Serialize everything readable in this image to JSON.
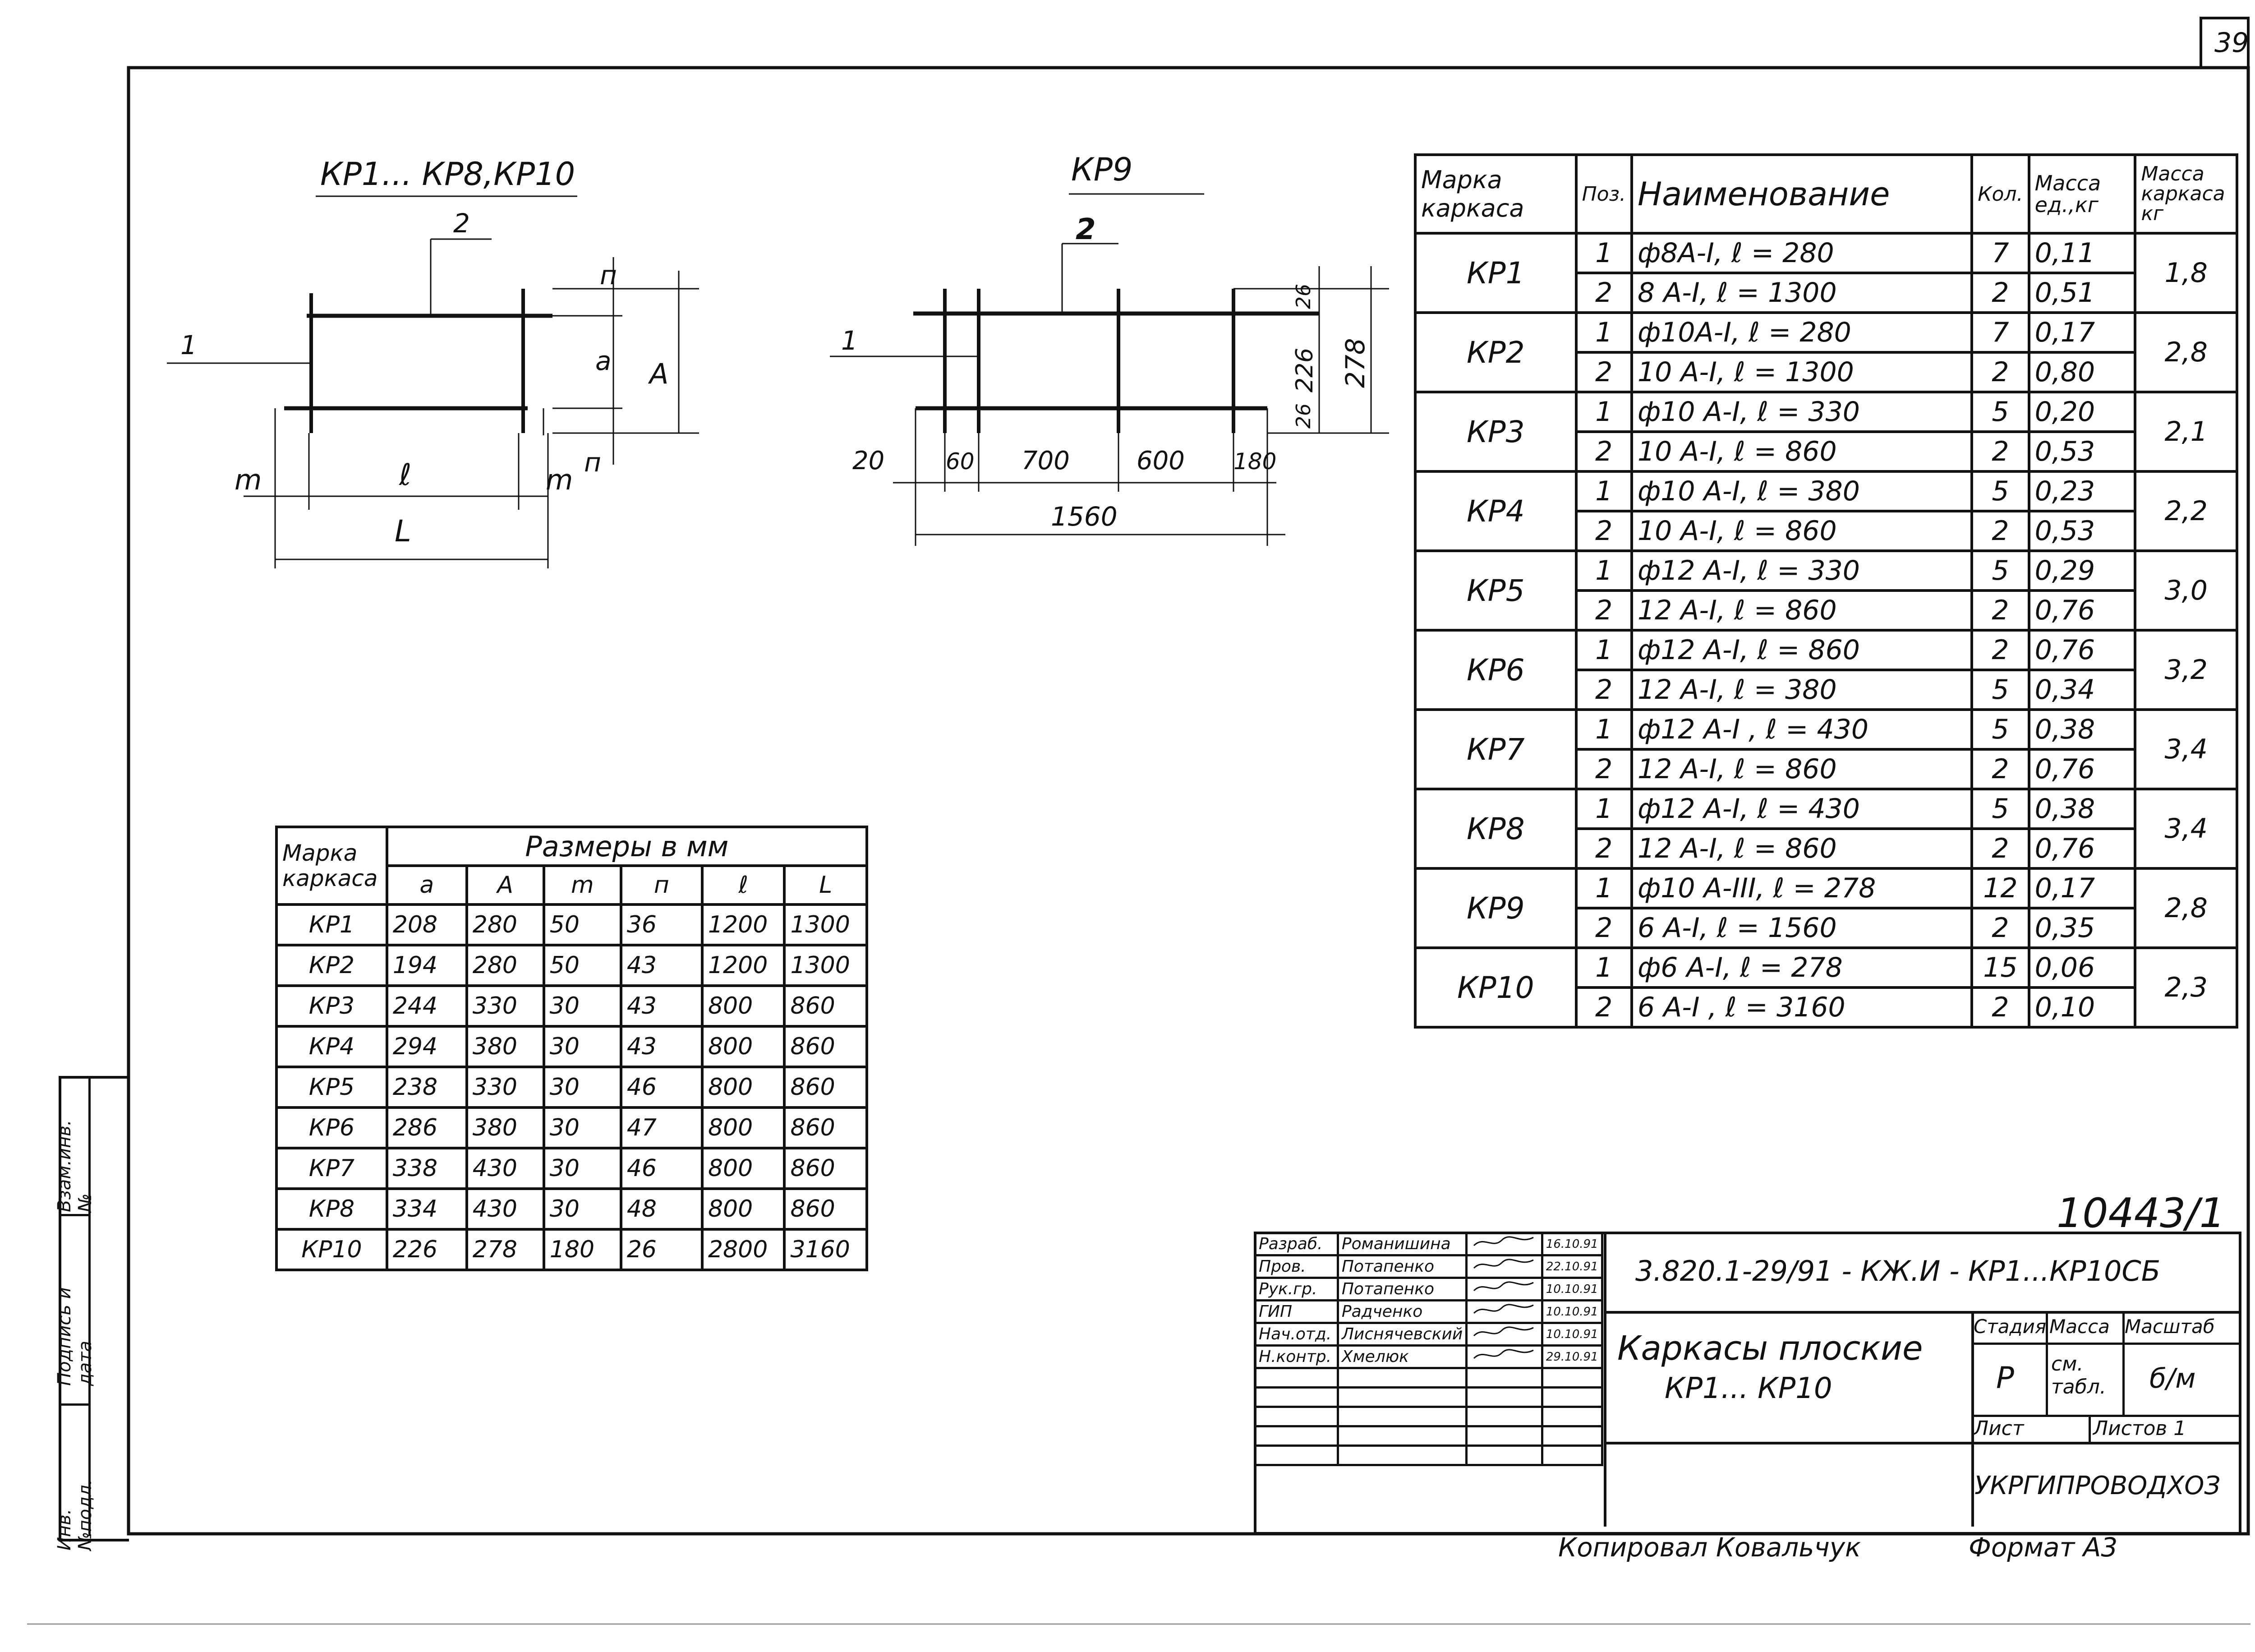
{
  "sheet_number": "39",
  "sketch1": {
    "title": "КР1... КР8,КР10",
    "labels": {
      "pos2": "2",
      "pos1": "1",
      "n_top": "п",
      "n_bot": "п",
      "a": "а",
      "A": "А",
      "m_left": "m",
      "m_right": "m",
      "l": "ℓ",
      "L": "L"
    }
  },
  "sketch2": {
    "title": "КР9",
    "labels": {
      "pos2": "2",
      "pos1": "1",
      "d26a": "26",
      "d226": "226",
      "d26b": "26",
      "d278": "278",
      "d20": "20",
      "d60": "60",
      "d700": "700",
      "d600": "600",
      "d180": "180",
      "d1560": "1560"
    }
  },
  "spec_table": {
    "headers": {
      "mark": "Марка каркаса",
      "pos": "Поз.",
      "name": "Наименование",
      "qty": "Кол.",
      "unit_mass": "Масса ед.,кг",
      "frame_mass": "Масса каркаса кг"
    },
    "rows": [
      {
        "mark": "КР1",
        "frame_mass": "1,8",
        "items": [
          {
            "pos": "1",
            "name": "ф8А-I, ℓ = 280",
            "qty": "7",
            "mass": "0,11"
          },
          {
            "pos": "2",
            "name": "8 А-I, ℓ = 1300",
            "qty": "2",
            "mass": "0,51"
          }
        ]
      },
      {
        "mark": "КР2",
        "frame_mass": "2,8",
        "items": [
          {
            "pos": "1",
            "name": "ф10А-I, ℓ = 280",
            "qty": "7",
            "mass": "0,17"
          },
          {
            "pos": "2",
            "name": "10 А-I, ℓ = 1300",
            "qty": "2",
            "mass": "0,80"
          }
        ]
      },
      {
        "mark": "КР3",
        "frame_mass": "2,1",
        "items": [
          {
            "pos": "1",
            "name": "ф10 А-I, ℓ = 330",
            "qty": "5",
            "mass": "0,20"
          },
          {
            "pos": "2",
            "name": "10 А-I, ℓ = 860",
            "qty": "2",
            "mass": "0,53"
          }
        ]
      },
      {
        "mark": "КР4",
        "frame_mass": "2,2",
        "items": [
          {
            "pos": "1",
            "name": "ф10 А-I, ℓ = 380",
            "qty": "5",
            "mass": "0,23"
          },
          {
            "pos": "2",
            "name": "10 А-I, ℓ = 860",
            "qty": "2",
            "mass": "0,53"
          }
        ]
      },
      {
        "mark": "КР5",
        "frame_mass": "3,0",
        "items": [
          {
            "pos": "1",
            "name": "ф12 А-I, ℓ = 330",
            "qty": "5",
            "mass": "0,29"
          },
          {
            "pos": "2",
            "name": "12 А-I, ℓ = 860",
            "qty": "2",
            "mass": "0,76"
          }
        ]
      },
      {
        "mark": "КР6",
        "frame_mass": "3,2",
        "items": [
          {
            "pos": "1",
            "name": "ф12 А-I, ℓ = 860",
            "qty": "2",
            "mass": "0,76"
          },
          {
            "pos": "2",
            "name": "12 А-I, ℓ = 380",
            "qty": "5",
            "mass": "0,34"
          }
        ]
      },
      {
        "mark": "КР7",
        "frame_mass": "3,4",
        "items": [
          {
            "pos": "1",
            "name": "ф12 А-I , ℓ = 430",
            "qty": "5",
            "mass": "0,38"
          },
          {
            "pos": "2",
            "name": "12 А-I, ℓ = 860",
            "qty": "2",
            "mass": "0,76"
          }
        ]
      },
      {
        "mark": "КР8",
        "frame_mass": "3,4",
        "items": [
          {
            "pos": "1",
            "name": "ф12 А-I, ℓ = 430",
            "qty": "5",
            "mass": "0,38"
          },
          {
            "pos": "2",
            "name": "12 А-I, ℓ = 860",
            "qty": "2",
            "mass": "0,76"
          }
        ]
      },
      {
        "mark": "КР9",
        "frame_mass": "2,8",
        "items": [
          {
            "pos": "1",
            "name": "ф10 А-III, ℓ = 278",
            "qty": "12",
            "mass": "0,17"
          },
          {
            "pos": "2",
            "name": "6 А-I, ℓ = 1560",
            "qty": "2",
            "mass": "0,35"
          }
        ]
      },
      {
        "mark": "КР10",
        "frame_mass": "2,3",
        "items": [
          {
            "pos": "1",
            "name": "ф6 А-I, ℓ = 278",
            "qty": "15",
            "mass": "0,06"
          },
          {
            "pos": "2",
            "name": "6 А-I , ℓ = 3160",
            "qty": "2",
            "mass": "0,10"
          }
        ]
      }
    ]
  },
  "dim_table": {
    "headers": {
      "mark": "Марка каркаса",
      "group": "Размеры в мм",
      "cols": [
        "а",
        "А",
        "m",
        "п",
        "ℓ",
        "L"
      ]
    },
    "rows": [
      {
        "mark": "КР1",
        "vals": [
          "208",
          "280",
          "50",
          "36",
          "1200",
          "1300"
        ]
      },
      {
        "mark": "КР2",
        "vals": [
          "194",
          "280",
          "50",
          "43",
          "1200",
          "1300"
        ]
      },
      {
        "mark": "КР3",
        "vals": [
          "244",
          "330",
          "30",
          "43",
          "800",
          "860"
        ]
      },
      {
        "mark": "КР4",
        "vals": [
          "294",
          "380",
          "30",
          "43",
          "800",
          "860"
        ]
      },
      {
        "mark": "КР5",
        "vals": [
          "238",
          "330",
          "30",
          "46",
          "800",
          "860"
        ]
      },
      {
        "mark": "КР6",
        "vals": [
          "286",
          "380",
          "30",
          "47",
          "800",
          "860"
        ]
      },
      {
        "mark": "КР7",
        "vals": [
          "338",
          "430",
          "30",
          "46",
          "800",
          "860"
        ]
      },
      {
        "mark": "КР8",
        "vals": [
          "334",
          "430",
          "30",
          "48",
          "800",
          "860"
        ]
      },
      {
        "mark": "КР10",
        "vals": [
          "226",
          "278",
          "180",
          "26",
          "2800",
          "3160"
        ]
      }
    ]
  },
  "title_block": {
    "handwritten_number": "10443/1",
    "document_code": "3.820.1-29/91 - КЖ.И - КР1...КР10СБ",
    "title_line1": "Каркасы плоские",
    "title_line2": "КР1... КР10",
    "people": [
      {
        "role": "Разраб.",
        "name": "Романишина",
        "date": "16.10.91"
      },
      {
        "role": "Пров.",
        "name": "Потапенко",
        "date": "22.10.91"
      },
      {
        "role": "Рук.гр.",
        "name": "Потапенко",
        "date": "10.10.91"
      },
      {
        "role": "ГИП",
        "name": "Радченко",
        "date": "10.10.91"
      },
      {
        "role": "Нач.отд.",
        "name": "Лиснячевский",
        "date": "10.10.91"
      },
      {
        "role": "Н.контр.",
        "name": "Хмелюк",
        "date": "29.10.91"
      }
    ],
    "stage_label": "Стадия",
    "mass_label": "Масса",
    "scale_label": "Масштаб",
    "stage_value": "Р",
    "mass_value": "см. табл.",
    "scale_value": "б/м",
    "sheet_label": "Лист",
    "sheets_label": "Листов 1",
    "organization": "УКРГИПРОВОДХОЗ"
  },
  "side_stamp": {
    "inv_podl": "Инв.№подл.",
    "podpis": "Подпись и дата",
    "vzam": "Взам.инв.№"
  },
  "footer": {
    "copied": "Копировал Ковальчук",
    "format": "Формат А3"
  }
}
